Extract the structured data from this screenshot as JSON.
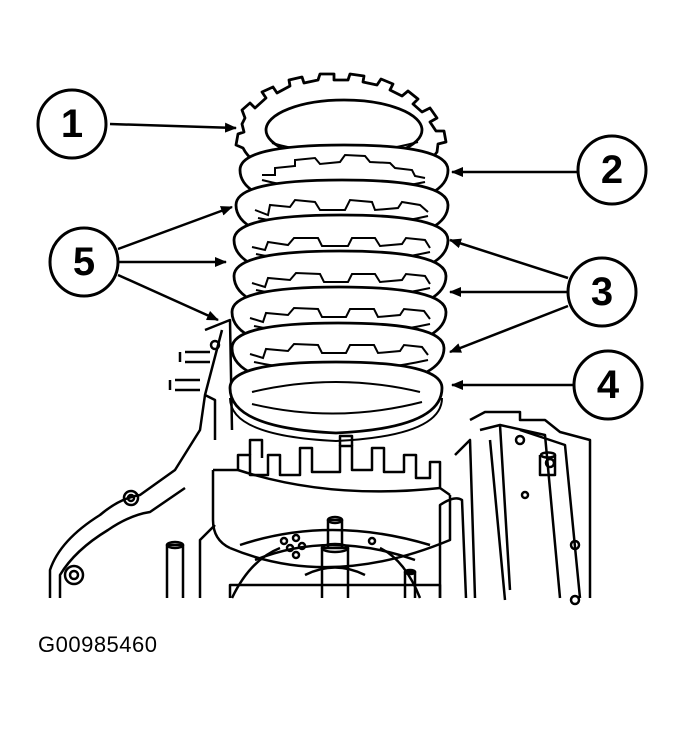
{
  "figure": {
    "id": "G00985460",
    "colors": {
      "ink": "#000000",
      "paper": "#ffffff"
    }
  },
  "callouts": {
    "c1": "1",
    "c2": "2",
    "c3": "3",
    "c4": "4",
    "c5": "5"
  }
}
